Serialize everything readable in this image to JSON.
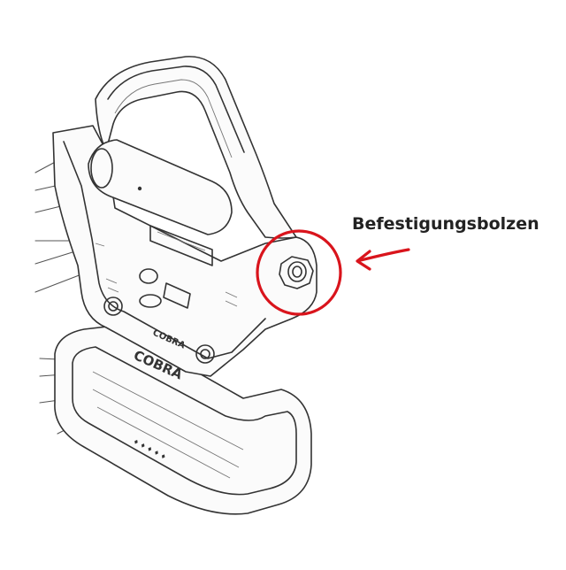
{
  "callout": {
    "label": "Befestigungsbolzen",
    "highlight_color": "#d9141c",
    "arrow_color": "#d9141c"
  },
  "buckle_engravings": {
    "brand_upper": "COBRA",
    "brand_lower": "COBRA"
  },
  "icons": [
    "circle-highlight",
    "arrow-left-icon",
    "bolt-icon"
  ]
}
